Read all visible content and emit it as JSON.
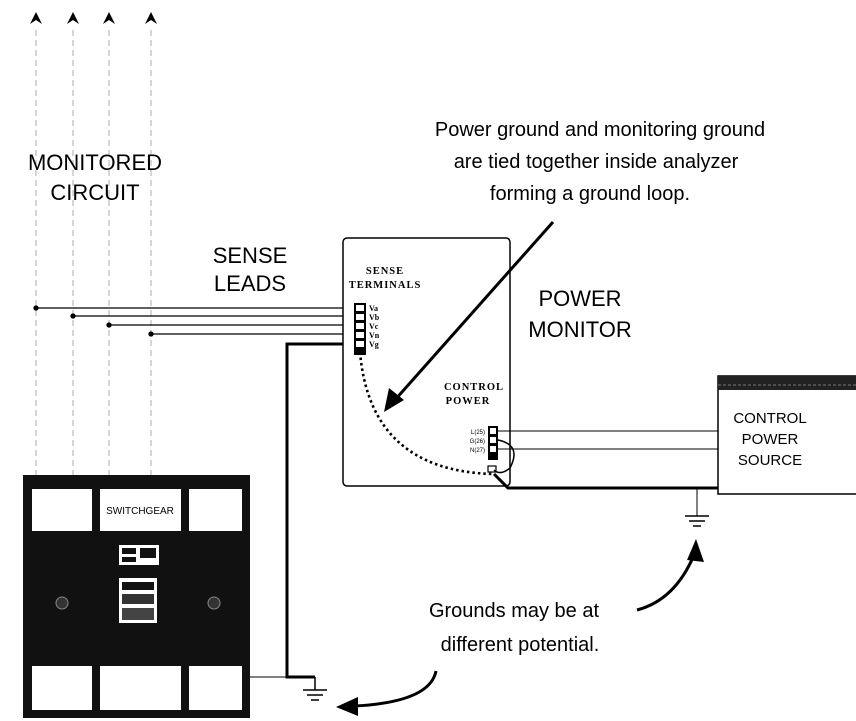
{
  "labels": {
    "monitored_circuit_line1": "MONITORED",
    "monitored_circuit_line2": "CIRCUIT",
    "sense_leads_line1": "SENSE",
    "sense_leads_line2": "LEADS",
    "sense_terminals_line1": "SENSE",
    "sense_terminals_line2": "TERMINALS",
    "power_monitor_line1": "POWER",
    "power_monitor_line2": "MONITOR",
    "control_power_line1": "CONTROL",
    "control_power_line2": "POWER",
    "control_power_source_line1": "CONTROL",
    "control_power_source_line2": "POWER",
    "control_power_source_line3": "SOURCE",
    "switchgear": "SWITCHGEAR"
  },
  "annotations": {
    "ground_loop_line1": "Power ground and monitoring ground",
    "ground_loop_line2": "are tied together inside analyzer",
    "ground_loop_line3": "forming a ground loop.",
    "potential_line1": "Grounds may be at",
    "potential_line2": "different potential."
  },
  "sense_terminal_labels": [
    "Va",
    "Vb",
    "Vc",
    "Vn",
    "Vg"
  ],
  "control_terminal_labels": [
    "L(25)",
    "G(26)",
    "N(27)"
  ],
  "colors": {
    "ink": "#000000",
    "ground_loop": "#000000",
    "paper": "#ffffff"
  }
}
